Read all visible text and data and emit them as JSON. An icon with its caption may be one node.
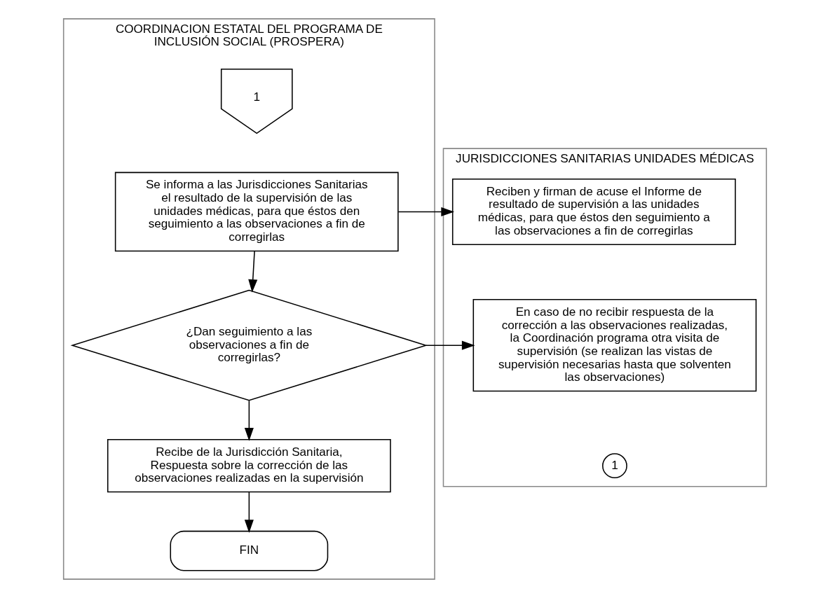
{
  "diagram": {
    "nodes": [
      {
        "text": [
          "COORDINACION ESTATAL DEL PROGRAMA DE INCLUSIÓN SOCIAL (PROSPERA)"
        ]
      },
      {
        "text": [
          "JURISDICCIONES SANITARIAS UNIDADES MÉDICAS"
        ]
      },
      {
        "text": [
          "1"
        ],
        "in": 0
      },
      {
        "text": [
          "Se informa a las Jurisdicciones Sanitarias el resultado de la supervisión de las unidades médicas, para que éstos den seguimiento a las observaciones a fin de corregirlas"
        ],
        "in": 0
      },
      {
        "text": [
          "Reciben y firman de acuse el Informe de resultado de supervisión a las unidades médicas, para que éstos den seguimiento a las observaciones a fin de corregirlas"
        ],
        "in": 1
      },
      {
        "text": [
          "¿Dan seguimiento a las observaciones a fin de corregirlas?"
        ],
        "in": 0
      },
      {
        "text": [
          "En caso de no recibir respuesta de la corrección a las observaciones realizadas, la Coordinación programa otra visita de supervisión (se realizan las vistas de supervisión necesarias hasta que solventen las observaciones)"
        ],
        "in": 1
      },
      {
        "text": [
          "1"
        ],
        "in": 1
      },
      {
        "text": [
          "Recibe de la Jurisdicción Sanitaria, Respuesta sobre la corrección de las observaciones realizadas en la supervisión"
        ],
        "in": 0
      },
      {
        "text": [
          "FIN"
        ],
        "in": 0
      }
    ],
    "edges": [
      {
        "from": 3,
        "to": 4,
        "arrow": "to"
      },
      {
        "from": 3,
        "to": 5,
        "arrow": "to"
      },
      {
        "from": 5,
        "to": 6,
        "arrow": "to"
      },
      {
        "from": 5,
        "to": 8,
        "arrow": "to"
      },
      {
        "from": 8,
        "to": 9,
        "arrow": "to"
      }
    ]
  }
}
